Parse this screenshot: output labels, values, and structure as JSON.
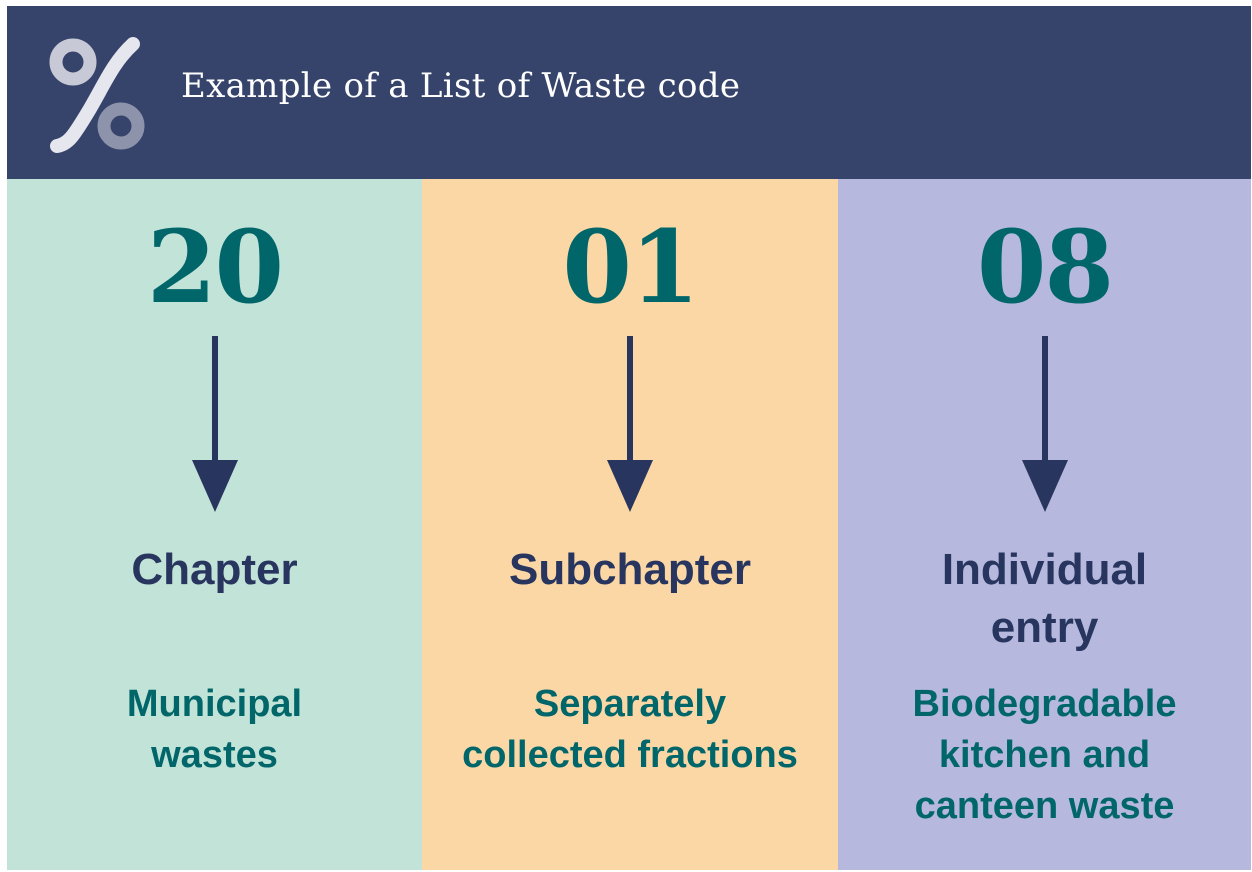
{
  "header": {
    "title": "Example of a List of Waste code",
    "logo_icon": "scissors-loop-logo-icon"
  },
  "colors": {
    "header_bg": "#36446b",
    "code_text": "#00666a",
    "label_text": "#28365f",
    "arrow": "#28365f",
    "col_chapter_bg": "#c2e3d7",
    "col_subchapter_bg": "#fcd7a6",
    "col_entry_bg": "#b7b8de"
  },
  "columns": [
    {
      "code": "20",
      "level_lines": [
        "Chapter"
      ],
      "description_lines": [
        "Municipal",
        "wastes"
      ]
    },
    {
      "code": "01",
      "level_lines": [
        "Subchapter"
      ],
      "description_lines": [
        "Separately",
        "collected fractions"
      ]
    },
    {
      "code": "08",
      "level_lines": [
        "Individual",
        "entry"
      ],
      "description_lines": [
        "Biodegradable",
        "kitchen and",
        "canteen waste"
      ]
    }
  ]
}
